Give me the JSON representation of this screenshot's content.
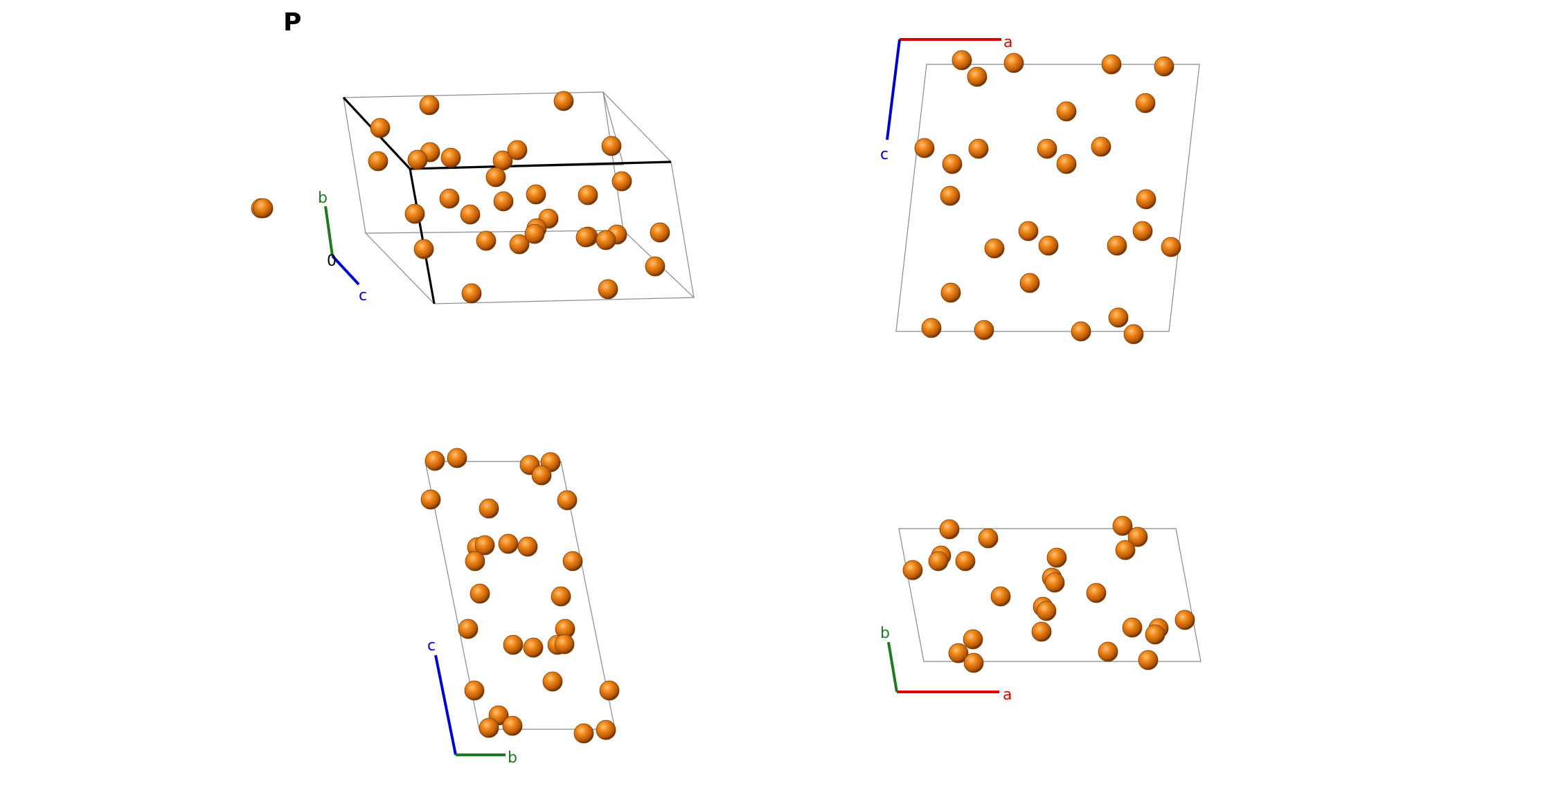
{
  "panel_label": "P",
  "axes": {
    "a": "a",
    "b": "b",
    "c": "c",
    "origin": "0"
  },
  "colors": {
    "a_axis": "#dd0000",
    "b_axis": "#1f7a1f",
    "c_axis": "#0000cc",
    "cell_edge": "#777777",
    "atom": "#e8760e"
  },
  "views": [
    "perspective",
    "ac-projection",
    "bc-projection",
    "ab-projection"
  ]
}
